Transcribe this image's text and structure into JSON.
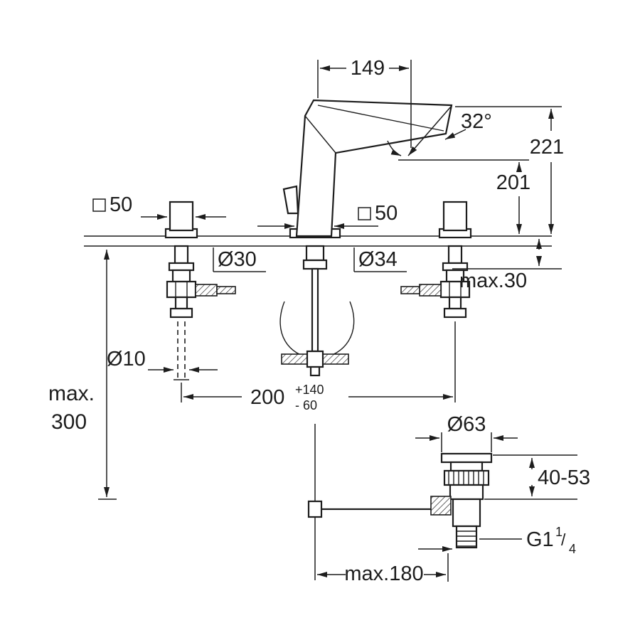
{
  "colors": {
    "line": "#1d1d1d",
    "background": "#ffffff"
  },
  "drawing": {
    "dimensions": {
      "spout_reach": "149",
      "spout_angle": "32°",
      "total_height": "221",
      "spout_height": "201",
      "left_handle_square": "50",
      "body_square": "50",
      "left_hole_diameter": "Ø30",
      "center_hole_diameter": "Ø34",
      "max_deck_thickness": "max.30",
      "rod_diameter": "Ø10",
      "handle_centers": "200",
      "handle_centers_plus": "+140",
      "handle_centers_minus": "- 60",
      "max_depth_word": "max.",
      "max_depth_value": "300",
      "waste_diameter": "Ø63",
      "waste_clamp_range": "40-53",
      "thread_prefix": "G1",
      "thread_numerator": "1",
      "thread_slash": "/",
      "thread_denominator": "4",
      "rod_reach": "max.180"
    }
  }
}
